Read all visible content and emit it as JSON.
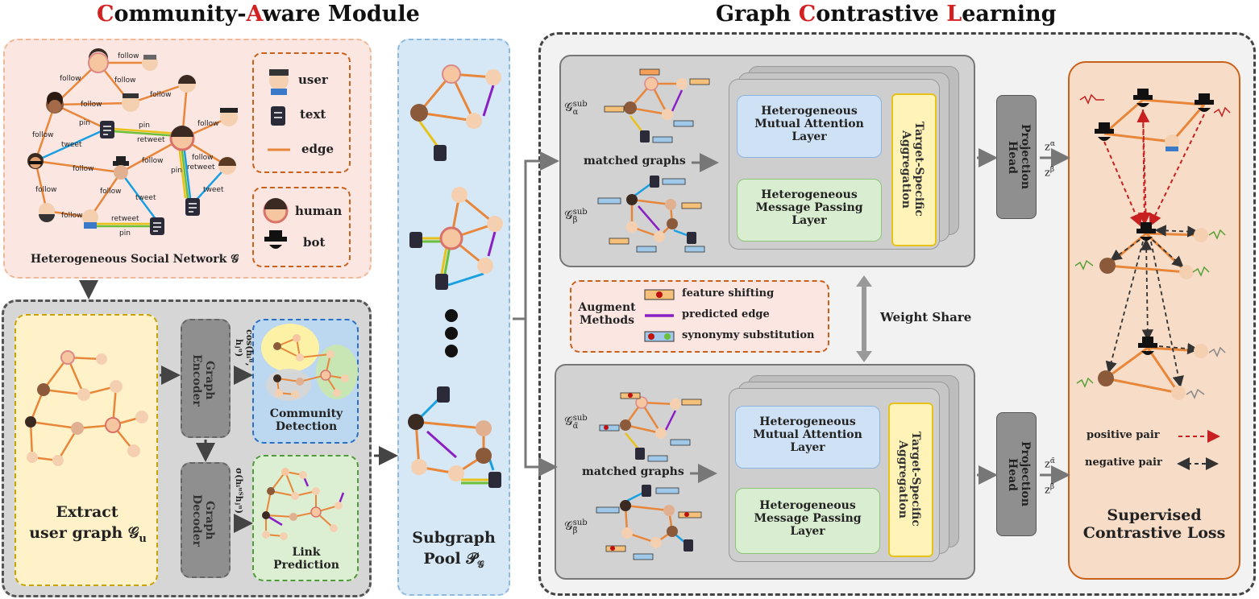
{
  "titles": {
    "left_c": "C",
    "left_rest1": "ommunity-",
    "left_a": "A",
    "left_rest2": "ware Module",
    "right_pre": "Graph ",
    "right_c": "C",
    "right_mid": "ontrastive ",
    "right_l": "L",
    "right_rest": "earning"
  },
  "hetero": {
    "caption": "Heterogeneous Social Network 𝒢",
    "edge_labels": {
      "follow": "follow",
      "pin": "pin",
      "tweet": "tweet",
      "retweet": "retweet"
    }
  },
  "legend": {
    "user": "user",
    "text": "text",
    "edge": "edge",
    "human": "human",
    "bot": "bot"
  },
  "module": {
    "extract": "Extract",
    "user_graph": "user graph 𝒢",
    "user_graph_sub": "u",
    "encoder": "Graph Encoder",
    "decoder": "Graph Decoder",
    "cos": "cos(h",
    "cos_formula": "cos(hᵢᵘ, hⱼᵘ)",
    "sigma_formula": "σ(hᵢᵘᵀhⱼᵘ)",
    "community": "Community Detection",
    "link": "Link Prediction"
  },
  "pool": {
    "title": "Subgraph",
    "title2": "Pool 𝒫",
    "title2_sub": "𝒢"
  },
  "gcl": {
    "g_alpha": "𝒢",
    "alpha_sub": "sub",
    "alpha_idx": "α",
    "beta_idx": "β",
    "alpha_tilde_idx": "α̃",
    "beta_tilde_idx": "β̃",
    "matched": "matched graphs",
    "hmal": "Heterogeneous Mutual Attention Layer",
    "hmpl": "Heterogeneous Message Passing Layer",
    "tsa": "Target-Specific Aggregation",
    "proj": "Projection Head",
    "z_alpha": "z",
    "weight_share": "Weight Share"
  },
  "augment": {
    "title": "Augment Methods",
    "feature": "feature shifting",
    "predicted": "predicted edge",
    "synonymy": "synonymy substitution"
  },
  "loss": {
    "positive": "positive pair",
    "negative": "negative pair",
    "title": "Supervised Contrastive Loss"
  },
  "colors": {
    "orange": "#e8863a",
    "purple": "#8a1fc4",
    "blue": "#1aa0e0",
    "green": "#6cbf3a",
    "yellow": "#e8c21a",
    "red": "#d32020"
  }
}
